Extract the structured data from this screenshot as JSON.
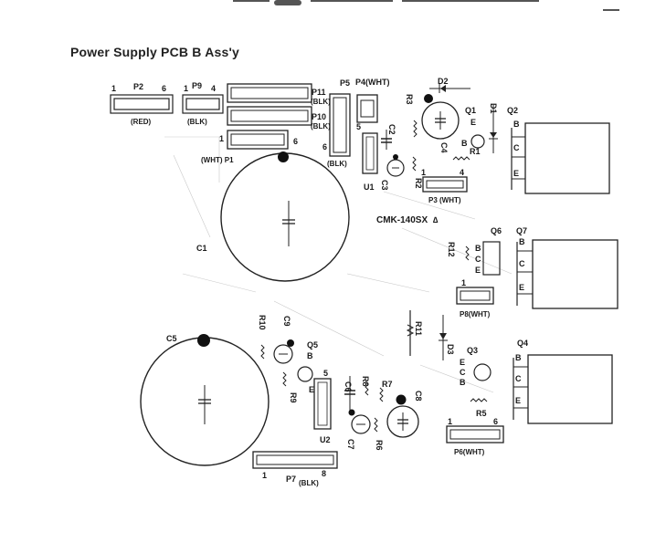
{
  "title": "Power Supply PCB B Ass'y",
  "board_code": "CMK-140SX",
  "board_mark": "∆",
  "connectors": {
    "p2": {
      "label": "P2",
      "color": "(RED)",
      "pin_first": "1",
      "pin_last": "6"
    },
    "p9": {
      "label": "P9",
      "color": "(BLK)",
      "pin_first": "1",
      "pin_last": "4"
    },
    "p11": {
      "label": "P11",
      "color": "(BLK)"
    },
    "p10": {
      "label": "P10",
      "color": "(BLK)"
    },
    "p1": {
      "label": "(WHT) P1",
      "pin_first": "1",
      "pin_last": "6"
    },
    "p5": {
      "label": "P5",
      "color": "(BLK)",
      "pin_first": "5",
      "pin_last": "6"
    },
    "p4": {
      "label": "P4(WHT)"
    },
    "p3": {
      "label": "P3 (WHT)",
      "pin_first": "1",
      "pin_last": "4"
    },
    "p8": {
      "label": "P8(WHT)",
      "pin_first": "1"
    },
    "p6": {
      "label": "P6(WHT)",
      "pin_first": "1",
      "pin_last": "6"
    },
    "p7": {
      "label": "P7",
      "color": "(BLK)",
      "pin_first": "1",
      "pin_last": "8"
    }
  },
  "parts": {
    "c1": "C1",
    "c2": "C2",
    "c3": "C3",
    "c4": "C4",
    "c5": "C5",
    "c6": "C6",
    "c7": "C7",
    "c8": "C8",
    "c9": "C9",
    "d1": "D1",
    "d2": "D2",
    "d3": "D3",
    "r1": "R1",
    "r2": "R2",
    "r3": "R3",
    "r5": "R5",
    "r6": "R6",
    "r7": "R7",
    "r8": "R8",
    "r9": "R9",
    "r10": "R10",
    "r11": "R11",
    "r12": "R12",
    "q1": "Q1",
    "q2": "Q2",
    "q3": "Q3",
    "q4": "Q4",
    "q5": "Q5",
    "q6": "Q6",
    "q7": "Q7",
    "u1": "U1",
    "u2": "U2"
  },
  "pins": {
    "b": "B",
    "c": "C",
    "e": "E"
  }
}
